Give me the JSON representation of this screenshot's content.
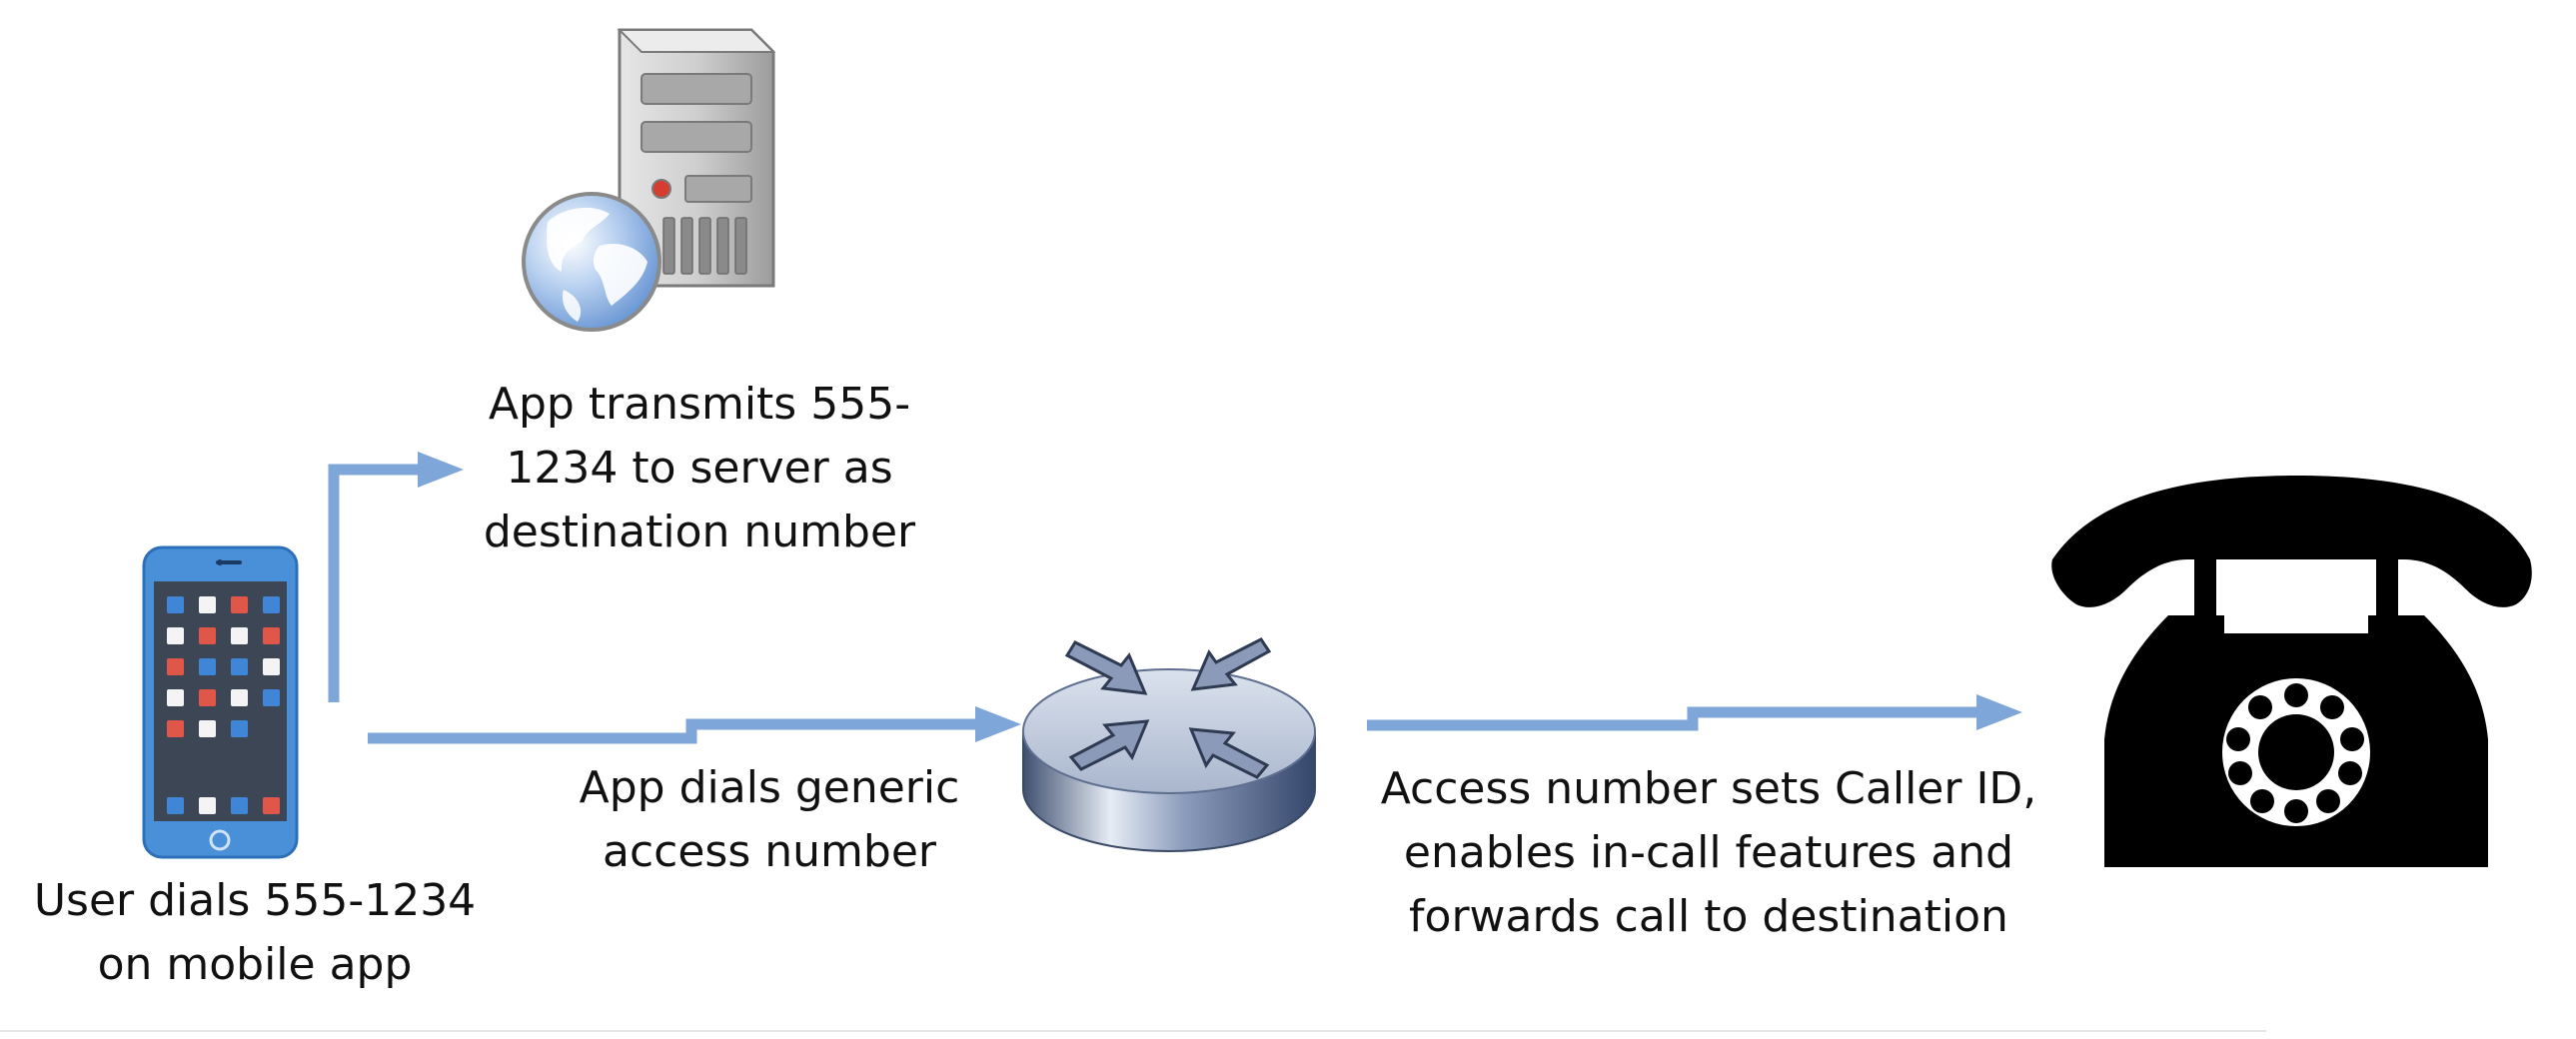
{
  "diagram": {
    "colors": {
      "arrow": "#7ea6d8",
      "phone_body": "#4a90d9",
      "phone_screen": "#3c4654",
      "app_red": "#e0574a",
      "app_white": "#f4f4f4",
      "app_blue": "#3f86d6",
      "server_body": "#c8c8c8",
      "globe": "#5f8fd0",
      "router_top": "#c3cde0",
      "router_side": "#4b5d80",
      "telephone": "#000000"
    },
    "nodes": {
      "phone": {
        "icon": "smartphone-icon",
        "caption": [
          "User dials 555-1234",
          "on mobile app"
        ]
      },
      "server": {
        "icon": "web-server-icon",
        "caption": [
          "App transmits 555-",
          "1234 to server as",
          "destination number"
        ]
      },
      "router": {
        "icon": "router-icon",
        "caption": [
          "App dials generic",
          "access number"
        ]
      },
      "telephone": {
        "icon": "rotary-telephone-icon",
        "caption": [
          "Access number sets Caller ID,",
          "enables in-call features and",
          "forwards call to destination"
        ]
      }
    }
  }
}
